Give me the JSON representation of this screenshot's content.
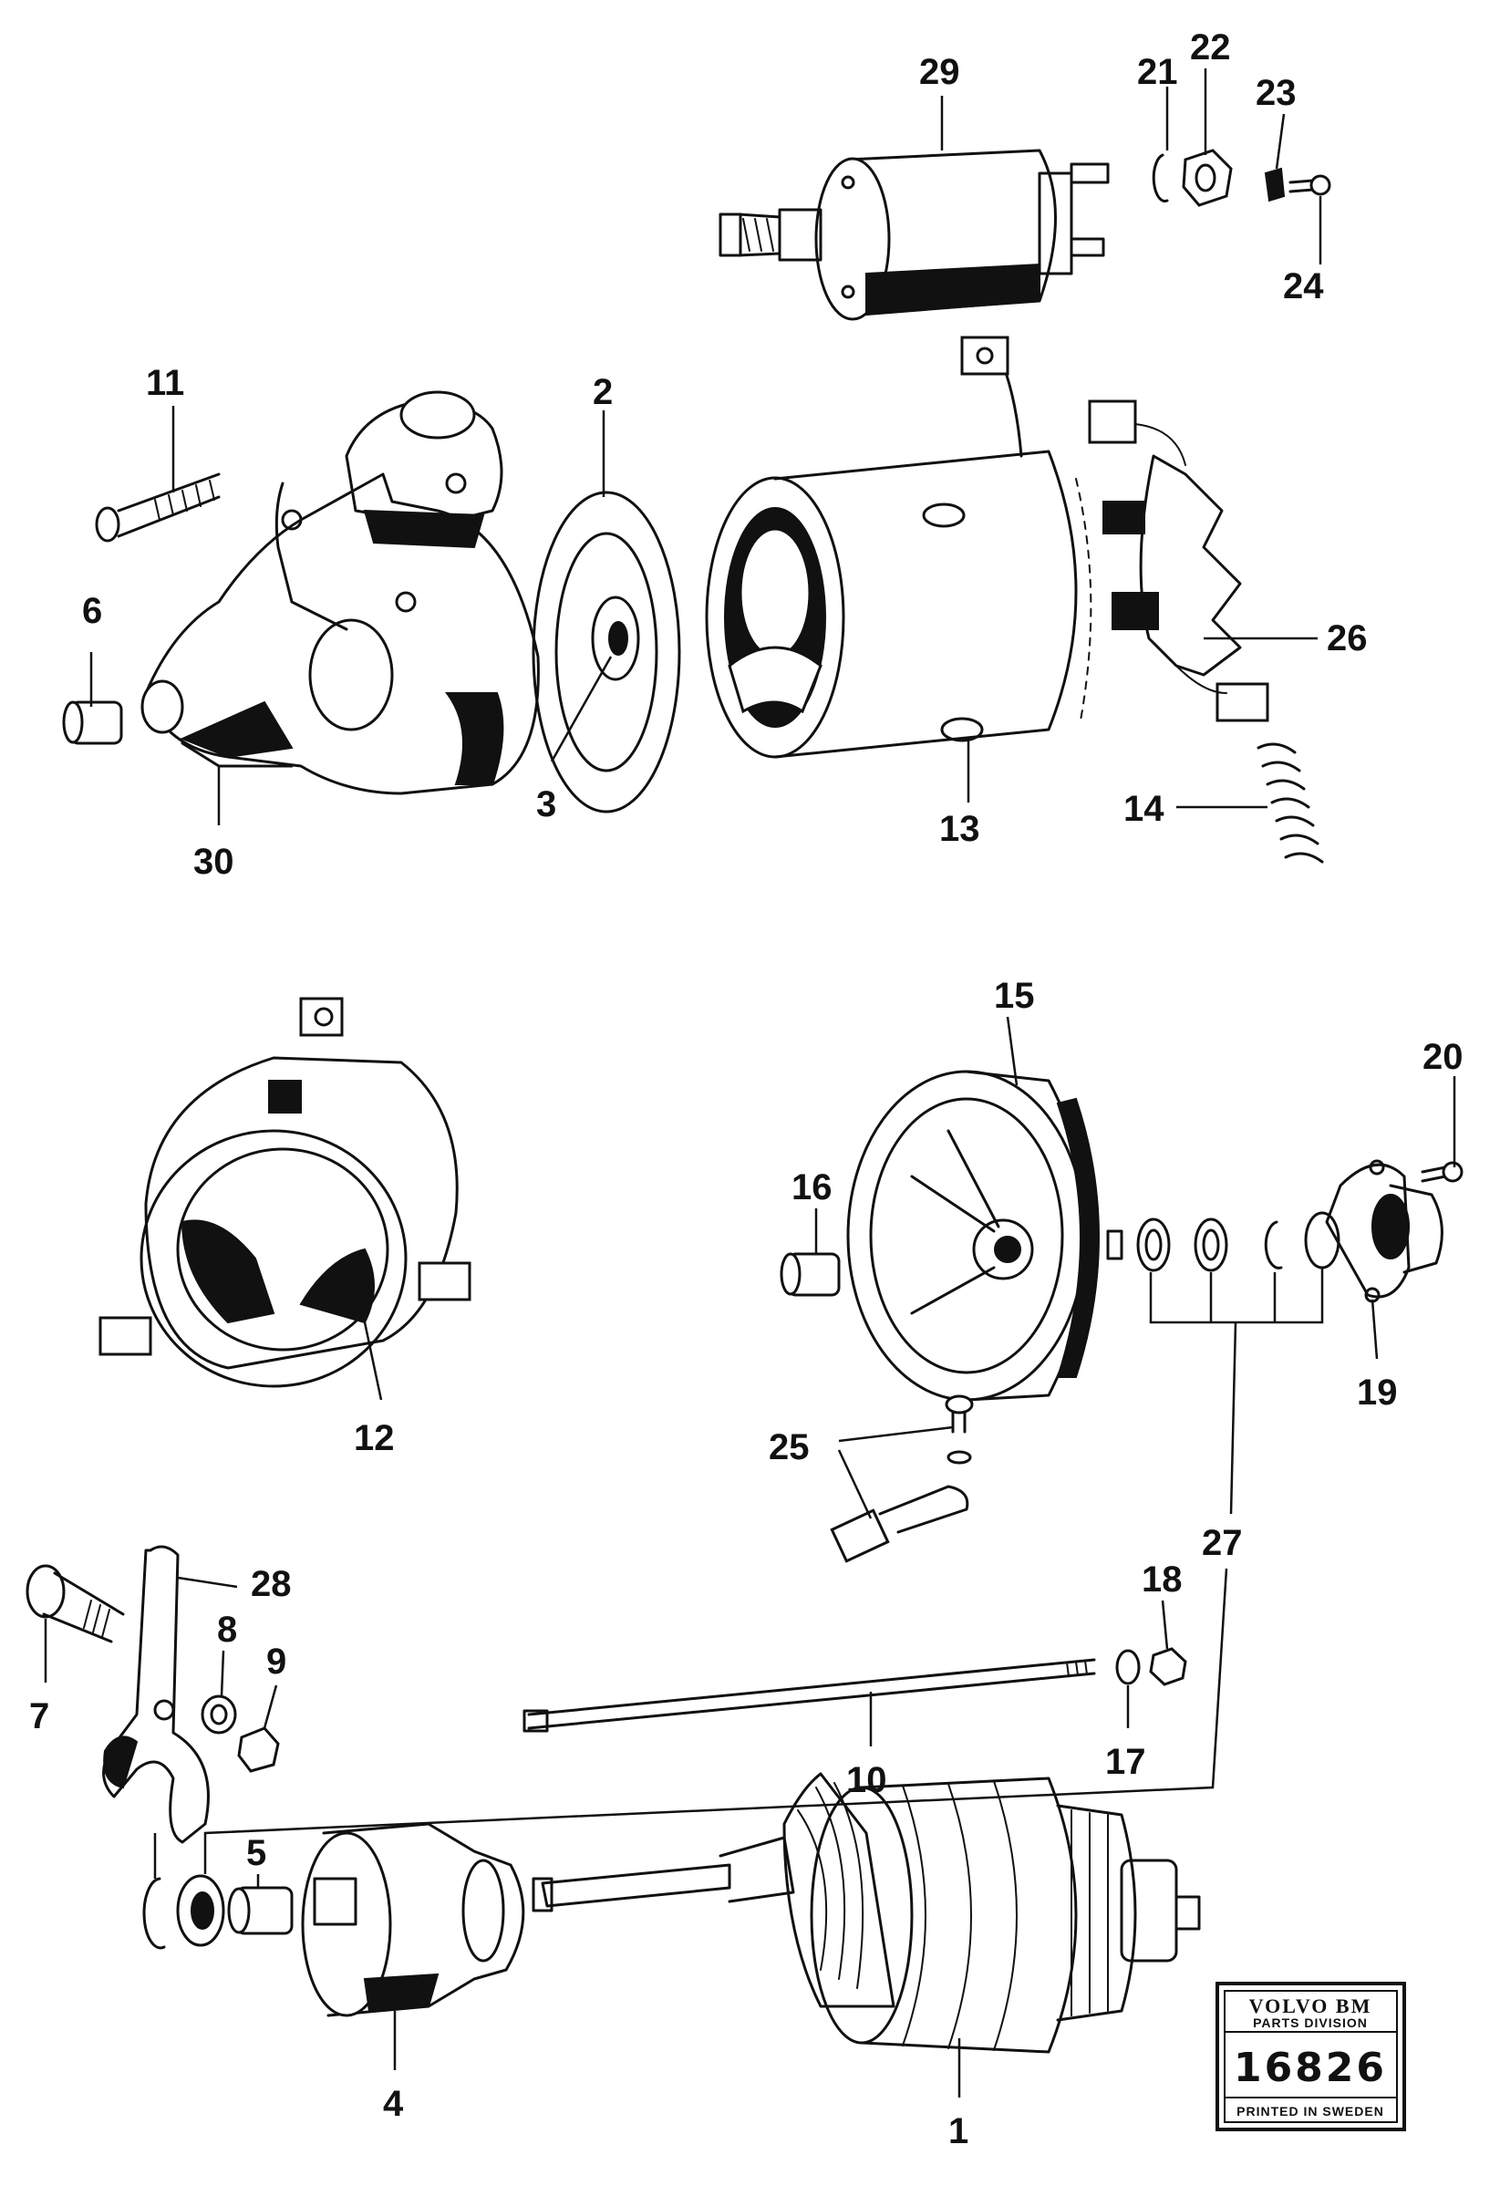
{
  "parts": [
    {
      "id": "p1",
      "label": "1"
    },
    {
      "id": "p2",
      "label": "2"
    },
    {
      "id": "p3",
      "label": "3"
    },
    {
      "id": "p4",
      "label": "4"
    },
    {
      "id": "p5",
      "label": "5"
    },
    {
      "id": "p6",
      "label": "6"
    },
    {
      "id": "p7",
      "label": "7"
    },
    {
      "id": "p8",
      "label": "8"
    },
    {
      "id": "p9",
      "label": "9"
    },
    {
      "id": "p10",
      "label": "10"
    },
    {
      "id": "p11",
      "label": "11"
    },
    {
      "id": "p12",
      "label": "12"
    },
    {
      "id": "p13",
      "label": "13"
    },
    {
      "id": "p14",
      "label": "14"
    },
    {
      "id": "p15",
      "label": "15"
    },
    {
      "id": "p16",
      "label": "16"
    },
    {
      "id": "p17",
      "label": "17"
    },
    {
      "id": "p18",
      "label": "18"
    },
    {
      "id": "p19",
      "label": "19"
    },
    {
      "id": "p20",
      "label": "20"
    },
    {
      "id": "p21",
      "label": "21"
    },
    {
      "id": "p22",
      "label": "22"
    },
    {
      "id": "p23",
      "label": "23"
    },
    {
      "id": "p24",
      "label": "24"
    },
    {
      "id": "p25",
      "label": "25"
    },
    {
      "id": "p26",
      "label": "26"
    },
    {
      "id": "p27",
      "label": "27"
    },
    {
      "id": "p28",
      "label": "28"
    },
    {
      "id": "p29",
      "label": "29"
    },
    {
      "id": "p30",
      "label": "30"
    }
  ],
  "stamp": {
    "brand": "VOLVO BM",
    "division": "PARTS DIVISION",
    "number": "16826",
    "printed": "PRINTED IN SWEDEN"
  }
}
